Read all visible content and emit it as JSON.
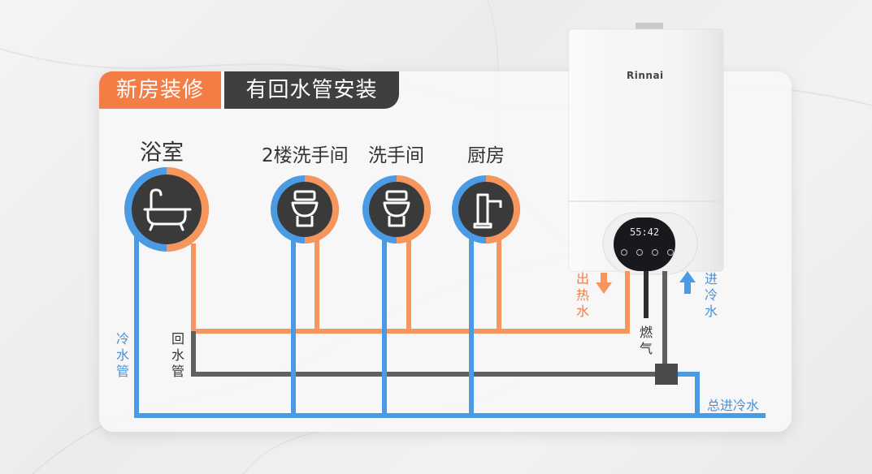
{
  "tabs": {
    "scenario": "新房装修",
    "feature": "有回水管安装"
  },
  "rooms": [
    {
      "label": "浴室",
      "icon": "bathtub-icon"
    },
    {
      "label": "2楼洗手间",
      "icon": "toilet-icon"
    },
    {
      "label": "洗手间",
      "icon": "toilet-icon"
    },
    {
      "label": "厨房",
      "icon": "faucet-icon"
    }
  ],
  "pipes": {
    "cold_water": "冷水管",
    "return_water": "回水管",
    "hot_out": "出热水",
    "cold_in": "进冷水",
    "gas": "燃气",
    "main_inlet": "总进冷水"
  },
  "heater": {
    "brand": "Rinnai",
    "display": "55:42"
  },
  "colors": {
    "hot": "#f7965c",
    "cold": "#4a9be3",
    "return": "#5f5f5f",
    "accent_orange": "#f47c45",
    "dark": "#3f3f3f"
  }
}
